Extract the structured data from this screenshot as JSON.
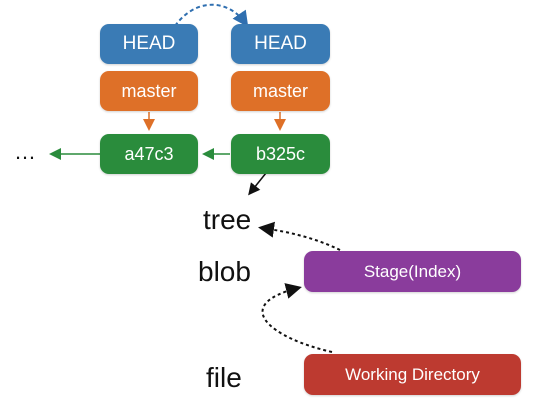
{
  "commits": {
    "left": {
      "head": "HEAD",
      "branch": "master",
      "commit": "a47c3"
    },
    "right": {
      "head": "HEAD",
      "branch": "master",
      "commit": "b325c"
    }
  },
  "ellipsis": "…",
  "labels": {
    "tree": "tree",
    "blob": "blob",
    "file": "file"
  },
  "stage": "Stage(Index)",
  "working_directory": "Working Directory",
  "colors": {
    "head": "#3a7bb5",
    "branch": "#de7028",
    "commit": "#2a8c3c",
    "stage": "#8a3c9c",
    "working_directory": "#bd3a30",
    "head_move_arrow": "#2f6fb0"
  }
}
